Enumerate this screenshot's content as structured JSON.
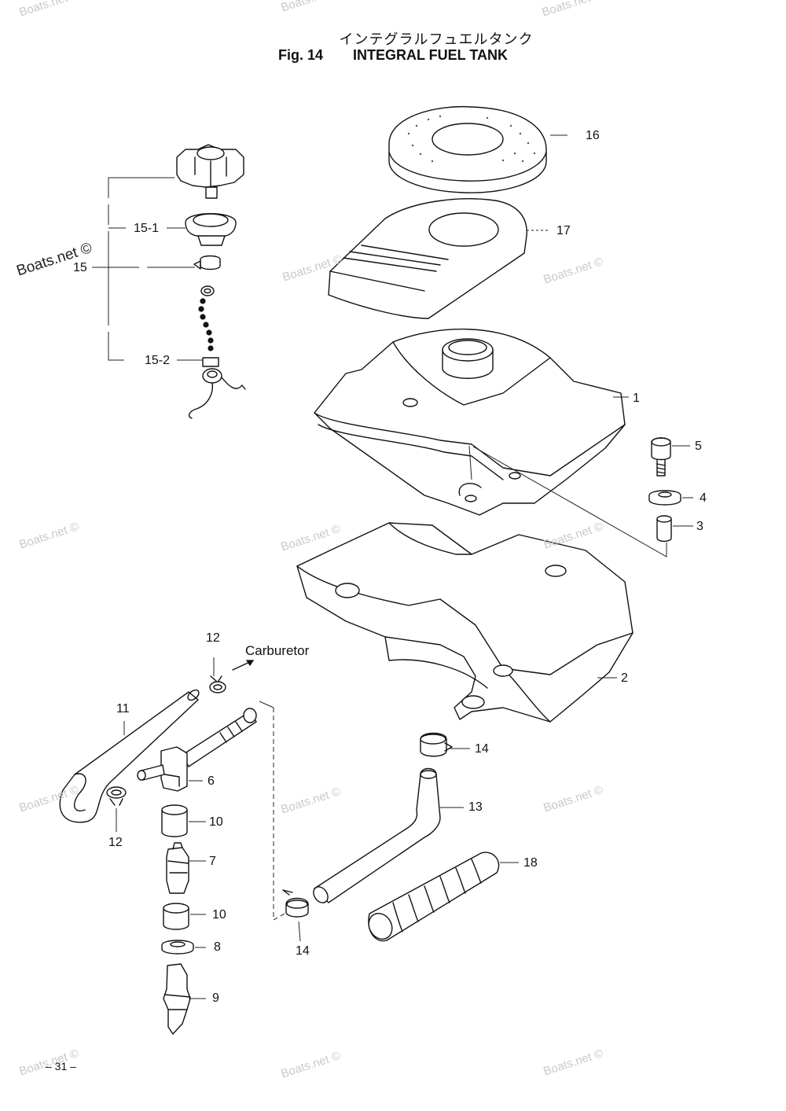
{
  "header": {
    "title_jp": "インテグラルフュエルタンク",
    "fig_label": "Fig. 14",
    "title_en": "INTEGRAL FUEL TANK"
  },
  "annotation": {
    "carburetor": "Carburetor"
  },
  "parts": [
    {
      "label": "16"
    },
    {
      "label": "17"
    },
    {
      "label": "1"
    },
    {
      "label": "5"
    },
    {
      "label": "4"
    },
    {
      "label": "3"
    },
    {
      "label": "2"
    },
    {
      "label": "15-1"
    },
    {
      "label": "15"
    },
    {
      "label": "15-2"
    },
    {
      "label": "12"
    },
    {
      "label": "11"
    },
    {
      "label": "6"
    },
    {
      "label": "12"
    },
    {
      "label": "10"
    },
    {
      "label": "7"
    },
    {
      "label": "10"
    },
    {
      "label": "8"
    },
    {
      "label": "9"
    },
    {
      "label": "14"
    },
    {
      "label": "13"
    },
    {
      "label": "18"
    },
    {
      "label": "14"
    }
  ],
  "watermark": "Boats.net ©",
  "page_number": "– 31 –"
}
